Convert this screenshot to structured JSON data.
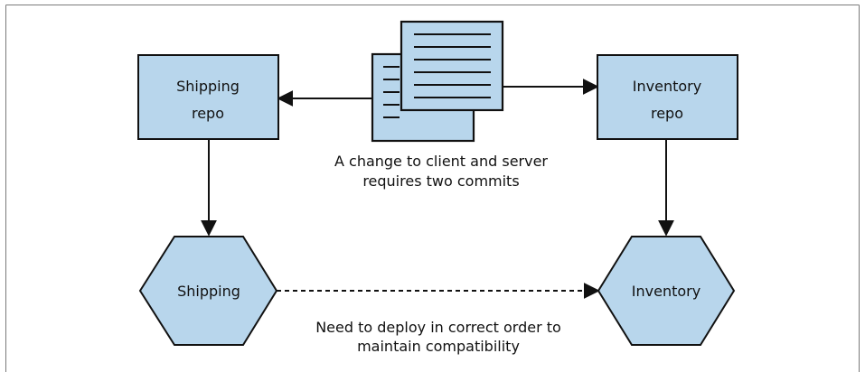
{
  "nodes": {
    "shipping_repo": {
      "line1": "Shipping",
      "line2": "repo"
    },
    "inventory_repo": {
      "line1": "Inventory",
      "line2": "repo"
    },
    "shipping_service": {
      "label": "Shipping"
    },
    "inventory_service": {
      "label": "Inventory"
    }
  },
  "captions": {
    "commits": {
      "line1": "A change to client and server",
      "line2": "requires two commits"
    },
    "deploy": {
      "line1": "Need to deploy in correct order to",
      "line2": "maintain compatibility"
    }
  },
  "colors": {
    "node_fill": "#b8d6ec",
    "stroke": "#111111",
    "frame": "#7a7a7a"
  },
  "icons": {
    "change_documents": "document-stack-icon"
  }
}
